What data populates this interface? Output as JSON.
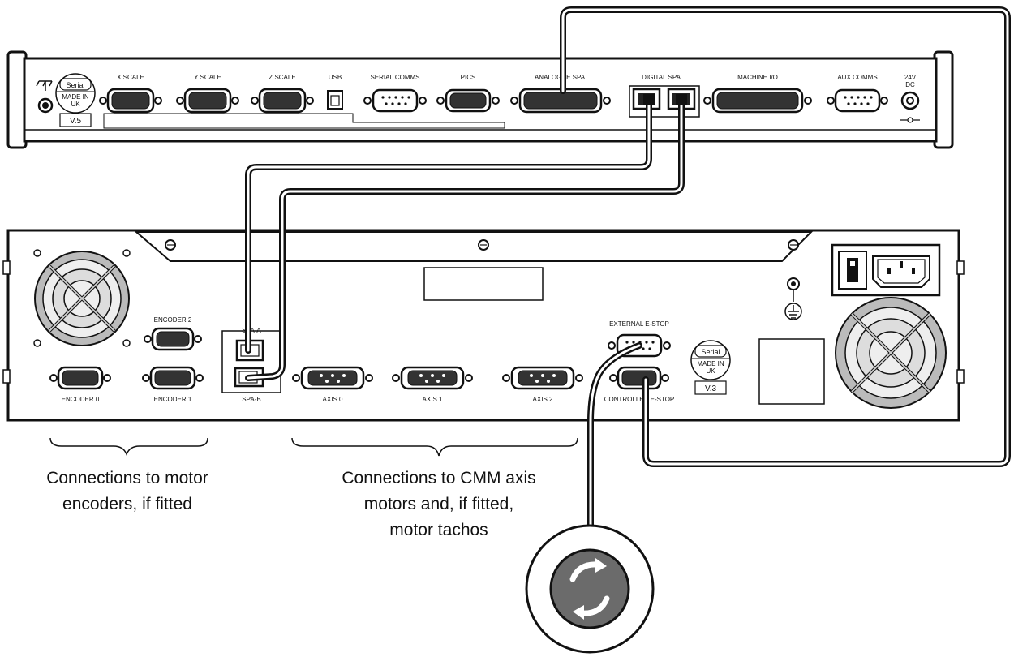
{
  "top_unit": {
    "badge": {
      "serial": "Serial",
      "made_in_1": "MADE IN",
      "made_in_2": "UK",
      "version": "V.5"
    },
    "ports": {
      "x_scale": "X SCALE",
      "y_scale": "Y SCALE",
      "z_scale": "Z SCALE",
      "usb": "USB",
      "serial_comms": "SERIAL COMMS",
      "pics": "PICS",
      "analogue_spa": "ANALOGUE SPA",
      "digital_spa": "DIGITAL SPA",
      "machine_io": "MACHINE I/O",
      "aux_comms": "AUX COMMS",
      "power_1": "24V",
      "power_2": "DC"
    }
  },
  "bottom_unit": {
    "badge": {
      "serial": "Serial",
      "made_in_1": "MADE IN",
      "made_in_2": "UK",
      "version": "V.3"
    },
    "ports": {
      "encoder_0": "ENCODER 0",
      "encoder_1": "ENCODER 1",
      "encoder_2": "ENCODER 2",
      "spa_a": "SPA-A",
      "spa_b": "SPA-B",
      "axis_0": "AXIS 0",
      "axis_1": "AXIS 1",
      "axis_2": "AXIS 2",
      "external_estop": "EXTERNAL E-STOP",
      "controller_estop": "CONTROLLER E-STOP"
    }
  },
  "captions": {
    "encoders": [
      "Connections to motor",
      "encoders, if fitted"
    ],
    "axis": [
      "Connections to CMM axis",
      "motors and, if fitted,",
      "motor tachos"
    ]
  }
}
